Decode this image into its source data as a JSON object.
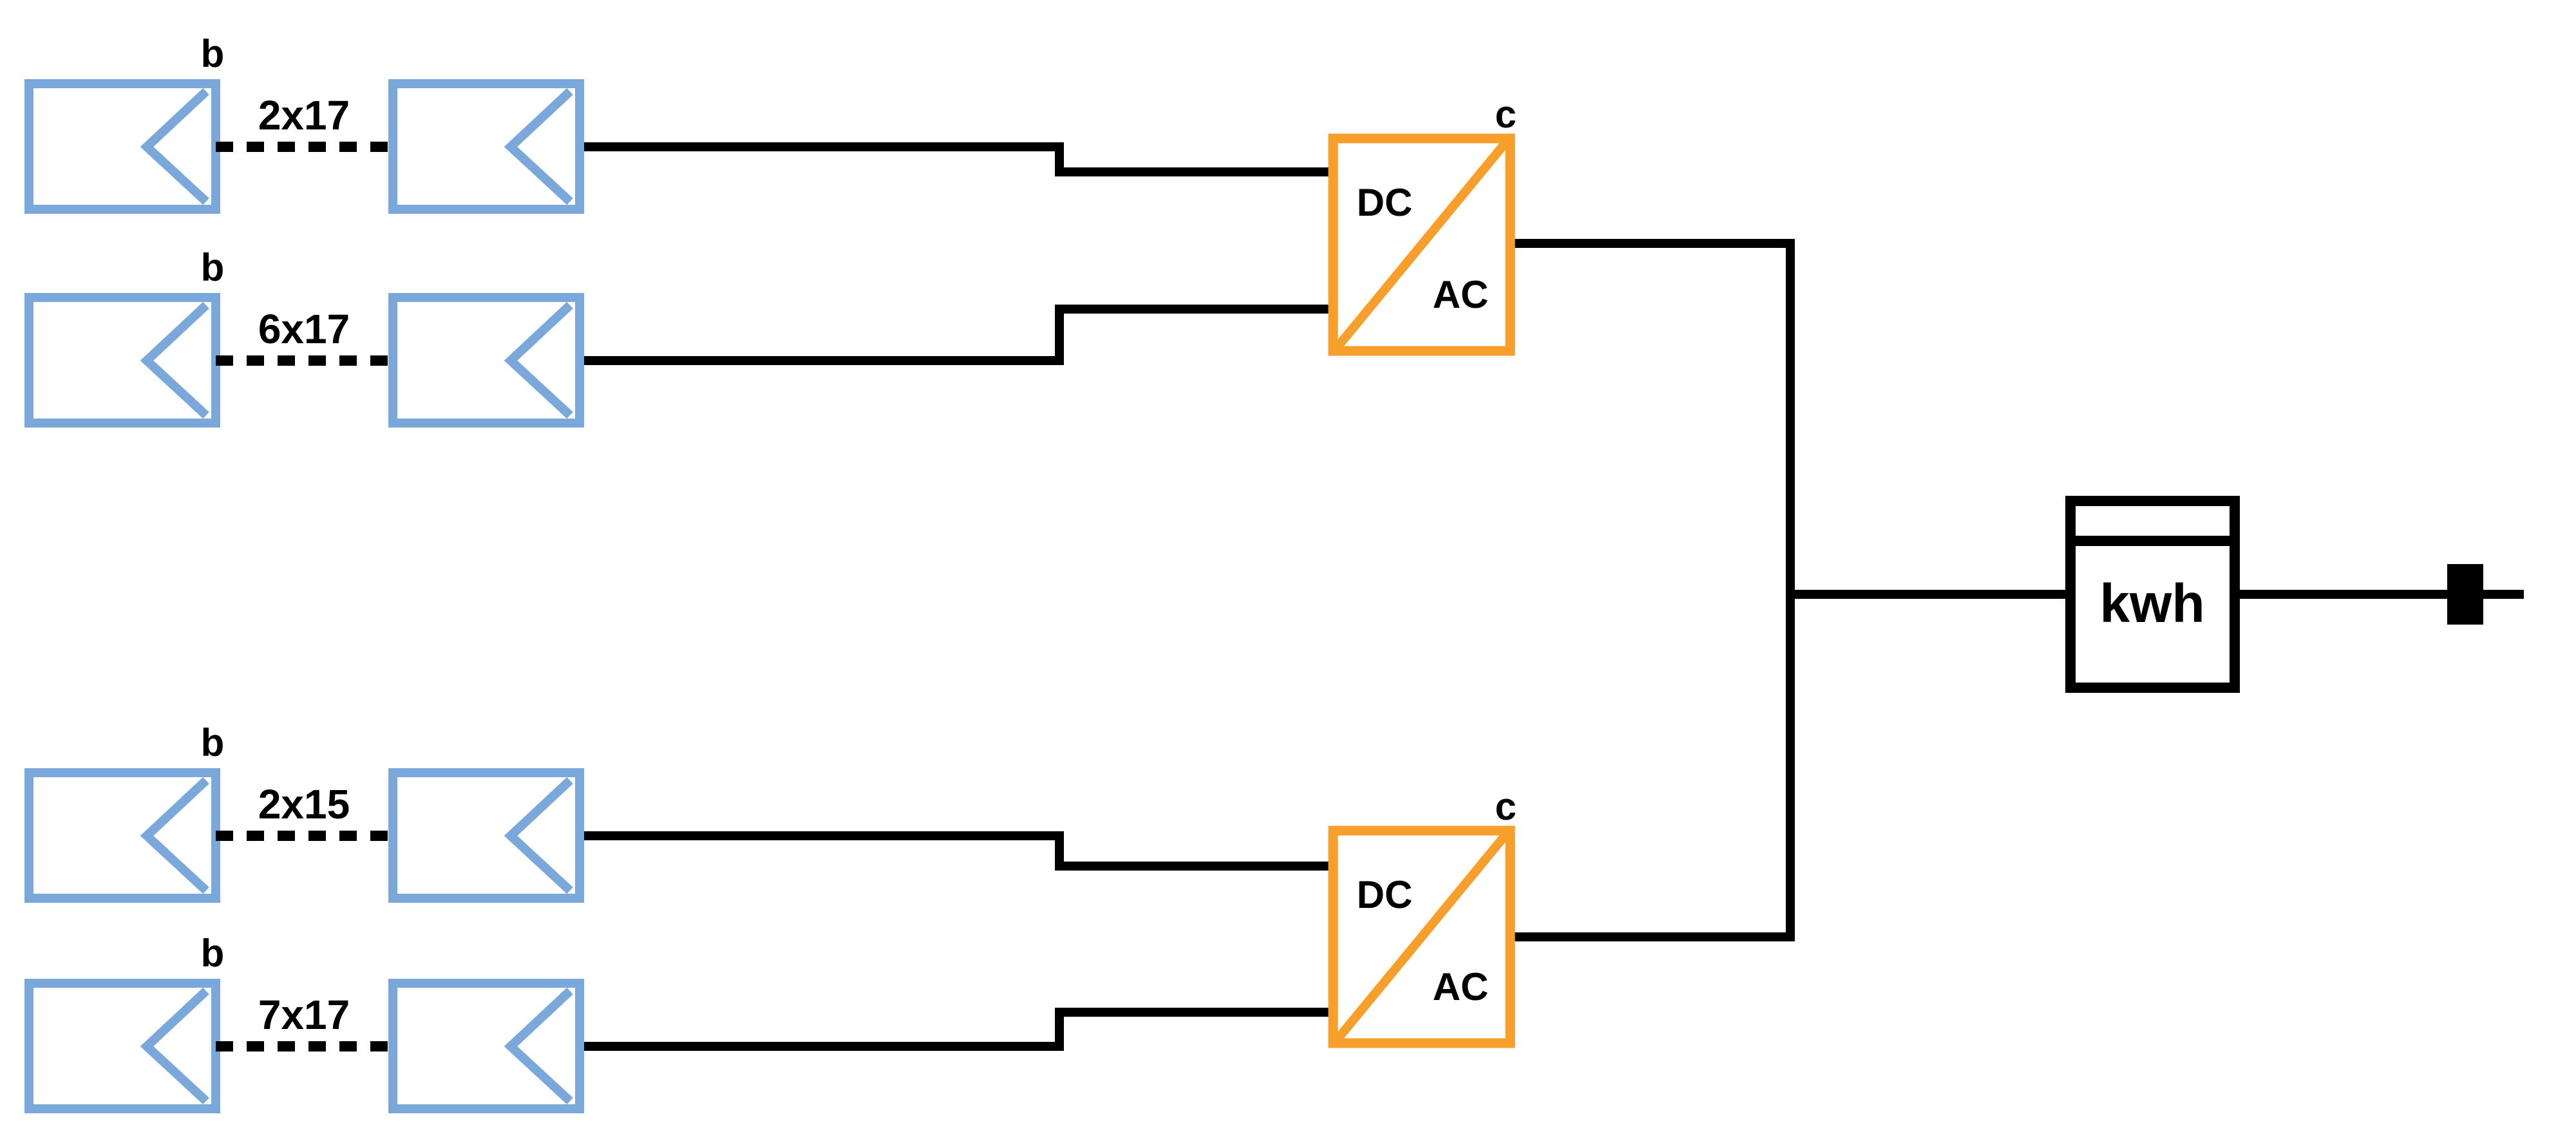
{
  "colors": {
    "module-blue": "#7AA8DB",
    "inverter-orange": "#F79F2A",
    "wire-black": "#000000",
    "background": "#FFFFFF"
  },
  "pv_strings": [
    {
      "b_label": "b",
      "count_label": "2x17"
    },
    {
      "b_label": "b",
      "count_label": "6x17"
    },
    {
      "b_label": "b",
      "count_label": "2x15"
    },
    {
      "b_label": "b",
      "count_label": "7x17"
    }
  ],
  "inverters": [
    {
      "corner_label": "c",
      "dc_label": "DC",
      "ac_label": "AC"
    },
    {
      "corner_label": "c",
      "dc_label": "DC",
      "ac_label": "AC"
    }
  ],
  "meter": {
    "label": "kwh"
  }
}
